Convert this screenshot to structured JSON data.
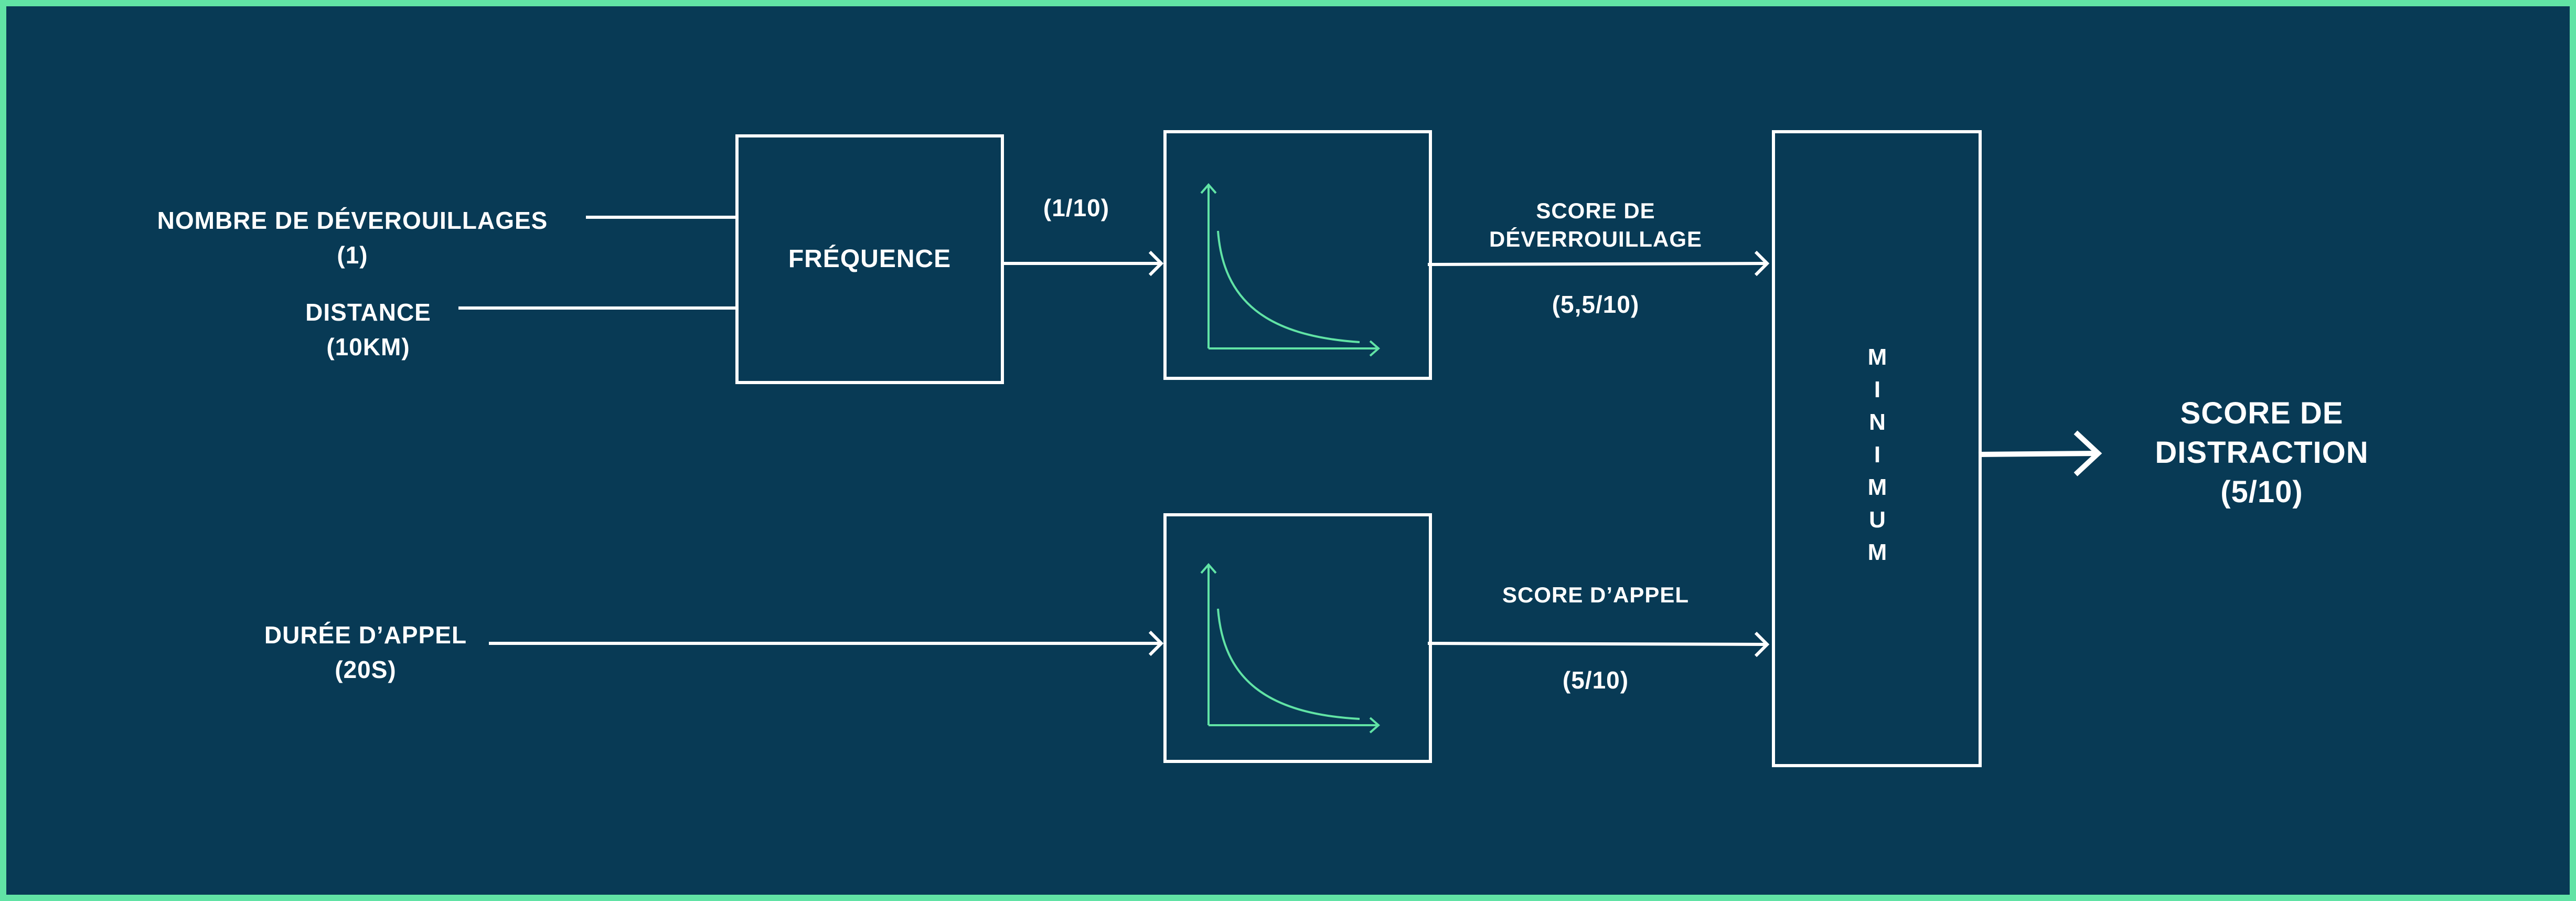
{
  "inputs": {
    "unlock_count": {
      "label": "NOMBRE DE DÉVEROUILLAGES",
      "value": "(1)"
    },
    "distance": {
      "label": "DISTANCE",
      "value": "(10KM)"
    },
    "call_duration": {
      "label": "DURÉE D’APPEL",
      "value": "(20S)"
    }
  },
  "blocks": {
    "frequency": "FRÉQUENCE",
    "minimum": "MINIMUM"
  },
  "signals": {
    "frequency_value": "(1/10)",
    "unlock_score": {
      "label_line1": "SCORE DE",
      "label_line2": "DÉVERROUILLAGE",
      "value": "(5,5/10)"
    },
    "call_score": {
      "label": "SCORE D’APPEL",
      "value": "(5/10)"
    }
  },
  "output": {
    "label_line1": "SCORE DE",
    "label_line2": "DISTRACTION",
    "value": "(5/10)"
  },
  "colors": {
    "background": "#083a55",
    "frame": "#61e3a5",
    "line": "#ffffff",
    "curve": "#61e3a5"
  }
}
